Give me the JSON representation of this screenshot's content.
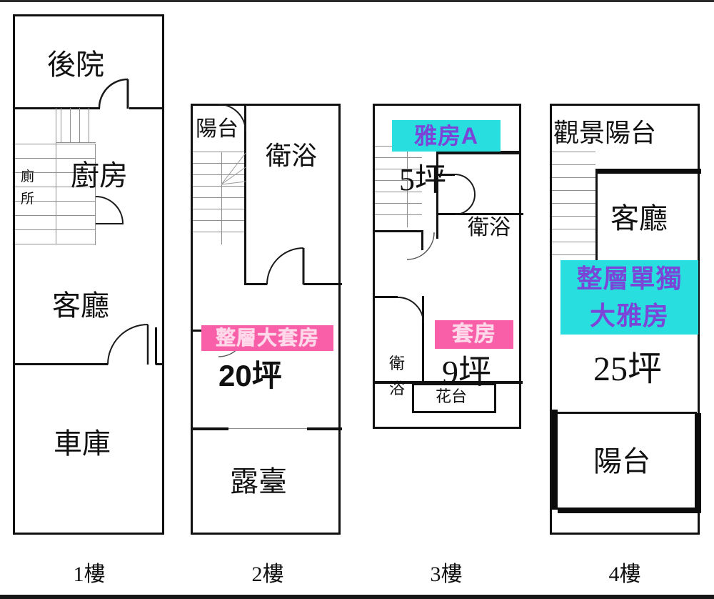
{
  "diagram": {
    "title": "4-storey townhouse floor plans",
    "colors": {
      "tag_pink_bg": "#f85fa8",
      "tag_pink_text": "#ffd9ea",
      "tag_cyan_bg": "#29dede",
      "tag_cyan_text": "#7b45d8",
      "wall": "#111111",
      "stair_line": "#8e8e8e",
      "background": "#ffffff"
    }
  },
  "floors": [
    {
      "caption": "1樓",
      "rooms": [
        {
          "name": "後院",
          "label": "後院"
        },
        {
          "name": "廚房",
          "label": "廚房"
        },
        {
          "name": "廁所",
          "label": "廁所"
        },
        {
          "name": "客廳",
          "label": "客廳"
        },
        {
          "name": "車庫",
          "label": "車庫"
        }
      ],
      "tags": [],
      "area": ""
    },
    {
      "caption": "2樓",
      "rooms": [
        {
          "name": "陽台",
          "label": "陽台"
        },
        {
          "name": "衛浴",
          "label": "衛浴"
        },
        {
          "name": "露臺",
          "label": "露臺"
        }
      ],
      "tags": [
        {
          "text": "整層大套房",
          "style": "pink"
        }
      ],
      "area": "20坪"
    },
    {
      "caption": "3樓",
      "rooms": [
        {
          "name": "衛浴上",
          "label": "衛浴"
        },
        {
          "name": "衛浴下",
          "label": "衛浴"
        },
        {
          "name": "花台",
          "label": "花台"
        }
      ],
      "tags": [
        {
          "text": "雅房A",
          "style": "cyan"
        },
        {
          "text": "套房",
          "style": "pink"
        }
      ],
      "areas": [
        "5坪",
        "9坪"
      ]
    },
    {
      "caption": "4樓",
      "rooms": [
        {
          "name": "觀景陽台",
          "label": "觀景陽台"
        },
        {
          "name": "客廳",
          "label": "客廳"
        },
        {
          "name": "陽台",
          "label": "陽台"
        }
      ],
      "tags": [
        {
          "text": "整層單獨",
          "style": "cyan"
        },
        {
          "text": "大雅房",
          "style": "cyan"
        }
      ],
      "area": "25坪"
    }
  ],
  "labels": {
    "f1_backyard": "後院",
    "f1_kitchen": "廚房",
    "f1_toilet_1": "廁",
    "f1_toilet_2": "所",
    "f1_living": "客廳",
    "f1_garage": "車庫",
    "f1_caption": "1樓",
    "f2_balcony": "陽台",
    "f2_bath": "衛浴",
    "f2_tag": "整層大套房",
    "f2_area": "20坪",
    "f2_terrace": "露臺",
    "f2_caption": "2樓",
    "f3_tag_a": "雅房A",
    "f3_area_a": "5坪",
    "f3_bath_upper": "衛浴",
    "f3_bath_lower_1": "衛",
    "f3_bath_lower_2": "浴",
    "f3_tag_suite": "套房",
    "f3_area_suite": "9坪",
    "f3_flowerbed": "花台",
    "f3_caption": "3樓",
    "f4_view_balcony": "觀景陽台",
    "f4_living": "客廳",
    "f4_tag_line1": "整層單獨",
    "f4_tag_line2": "大雅房",
    "f4_area": "25坪",
    "f4_balcony": "陽台",
    "f4_caption": "4樓"
  }
}
